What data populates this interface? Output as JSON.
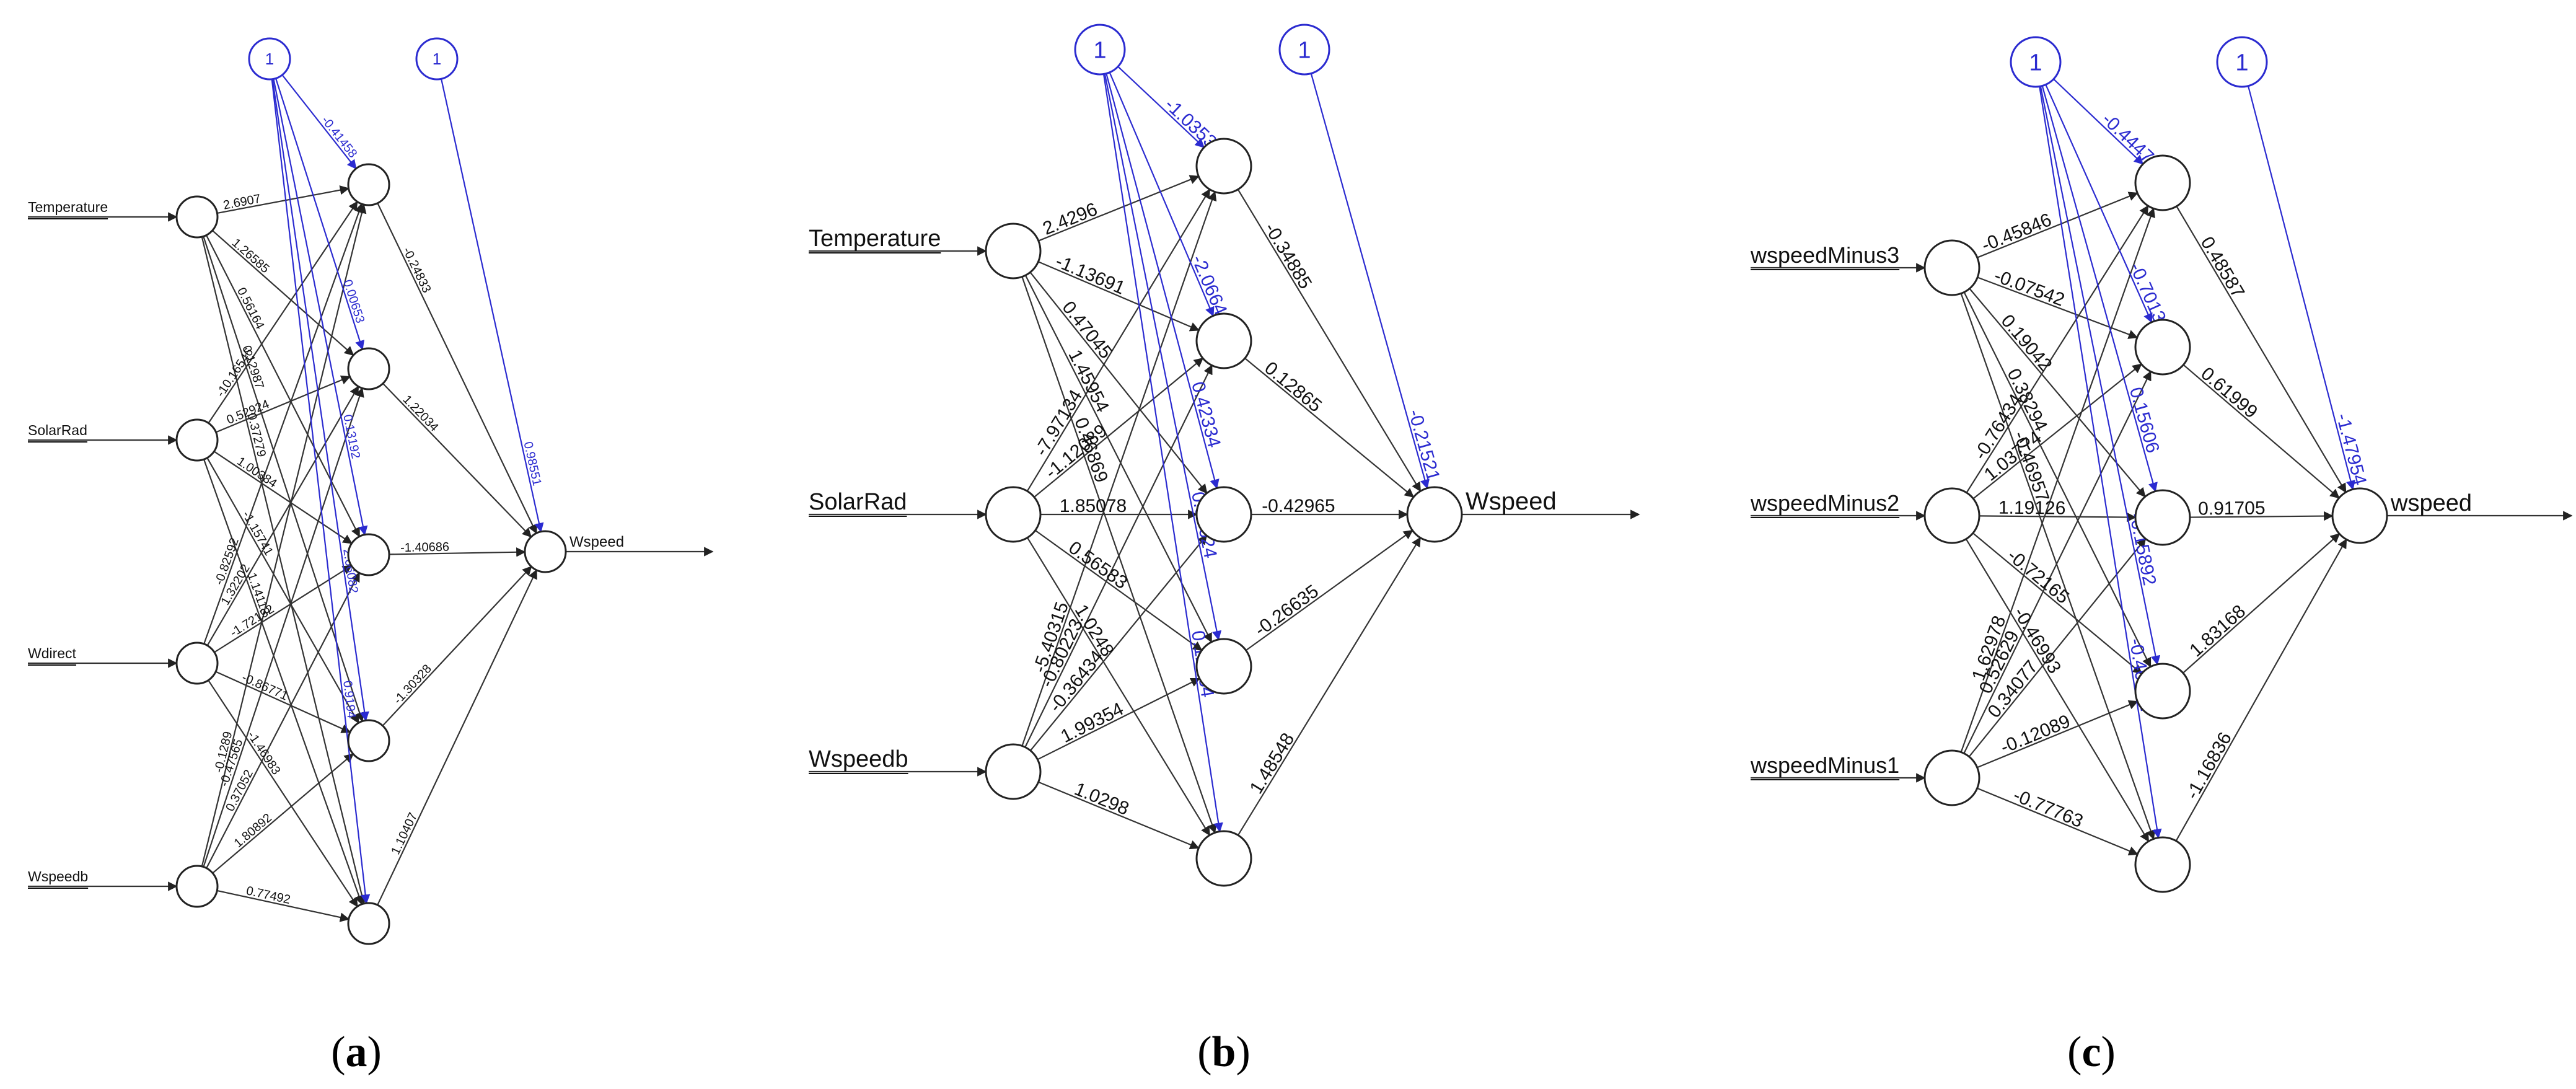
{
  "diagrams": [
    {
      "id": "a",
      "caption": "(a)",
      "caption_letter": "a",
      "inputs": [
        "Temperature",
        "SolarRad",
        "Wdirect",
        "Wspeedb"
      ],
      "hidden_count": 5,
      "output": "Wspeed",
      "bias_label": "1",
      "hidden_bias_weights": [
        "-0.41458",
        "0.00653",
        "0.13192",
        "2.66082",
        "0.9194"
      ],
      "output_bias_weight": "0.98551",
      "output_weights": [
        "-0.24833",
        "1.22034",
        "-1.40686",
        "-1.30328",
        "1.10407"
      ],
      "input_weights": [
        [
          "2.6907",
          "1.26585",
          "0.56164",
          "0.12987",
          "0.37279"
        ],
        [
          "-10.16546",
          "0.52924",
          "1.00384",
          "-1.15741",
          "1.14113"
        ],
        [
          "-0.82592",
          "1.32202",
          "-1.72132",
          "-0.86771",
          "-1.46983"
        ],
        [
          "-0.1289",
          "-0.47565",
          "0.37052",
          "1.80892",
          "0.77492"
        ]
      ]
    },
    {
      "id": "b",
      "caption": "(b)",
      "caption_letter": "b",
      "inputs": [
        "Temperature",
        "SolarRad",
        "Wspeedb"
      ],
      "hidden_count": 5,
      "output": "Wspeed",
      "bias_label": "1",
      "hidden_bias_weights": [
        "-1.03536",
        "-2.06649",
        "0.42334",
        "0.80624",
        "0.12064"
      ],
      "output_bias_weight": "-0.21521",
      "output_weights": [
        "-0.34885",
        "0.12865",
        "-0.42965",
        "-0.26635",
        "1.48548"
      ],
      "input_weights": [
        [
          "2.4296",
          "-1.13691",
          "0.47045",
          "1.45954",
          "0.46869"
        ],
        [
          "-7.97134",
          "-1.12089",
          "1.85078",
          "0.56583",
          "1.0248"
        ],
        [
          "-5.40315",
          "-0.80223",
          "-0.36434",
          "1.99354",
          "1.0298"
        ]
      ]
    },
    {
      "id": "c",
      "caption": "(c)",
      "caption_letter": "c",
      "inputs": [
        "wspeedMinus3",
        "wspeedMinus2",
        "wspeedMinus1"
      ],
      "hidden_count": 5,
      "output": "wspeed",
      "bias_label": "1",
      "hidden_bias_weights": [
        "-0.44477",
        "-0.70134",
        "0.15606",
        "-0.15892",
        "-0.46171"
      ],
      "output_bias_weight": "-1.47954",
      "output_weights": [
        "0.48587",
        "0.61999",
        "0.91705",
        "1.83168",
        "-1.16836"
      ],
      "input_weights": [
        [
          "-0.45846",
          "-0.07542",
          "0.19042",
          "0.38294",
          "-0.46957"
        ],
        [
          "-0.76434",
          "1.03774",
          "1.19126",
          "-0.72165",
          "-0.46993"
        ],
        [
          "1.62978",
          "0.52629",
          "0.34077",
          "-0.12089",
          "-0.77763"
        ]
      ]
    }
  ]
}
